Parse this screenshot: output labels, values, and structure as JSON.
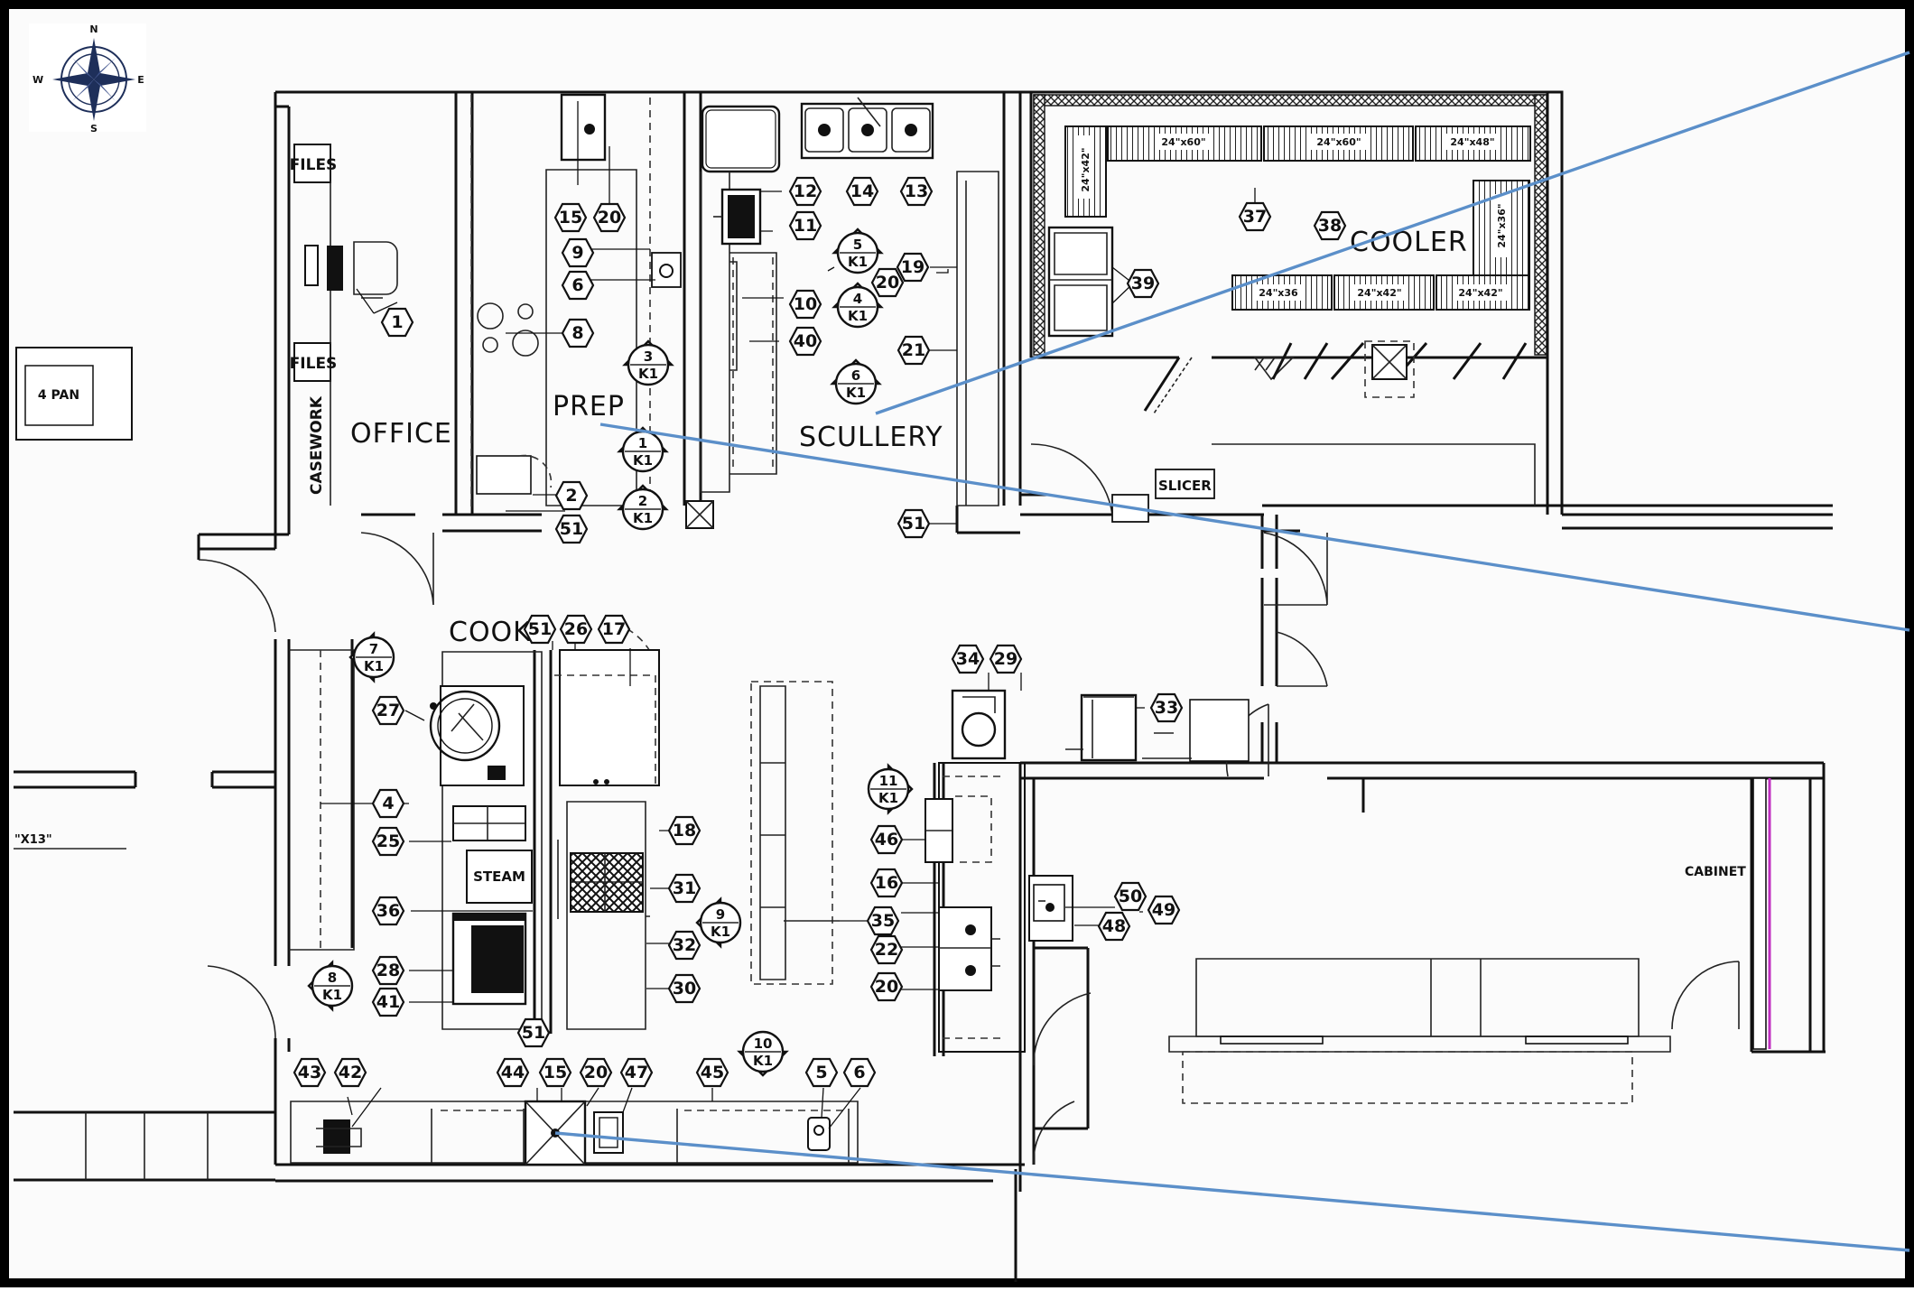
{
  "compass": {
    "n": "N",
    "s": "S",
    "e": "E",
    "w": "W"
  },
  "rooms": {
    "office": "OFFICE",
    "prep": "PREP",
    "scullery": "SCULLERY",
    "cooler": "COOLER",
    "cook": "COOK"
  },
  "labels": {
    "files_top": "FILES",
    "files_bottom": "FILES",
    "casework": "CASEWORK",
    "four_pan": "4 PAN",
    "slicer": "SLICER",
    "steam": "STEAM",
    "cabinet": "CABINET",
    "dim_left": "\"X13\"",
    "shelf_24x60_a": "24\"x60\"",
    "shelf_24x60_b": "24\"x60\"",
    "shelf_24x48": "24\"x48\"",
    "shelf_24x36": "24\"x36",
    "shelf_24x42_a": "24\"x42\"",
    "shelf_24x42_b": "24\"x42\"",
    "shelf_vert_left": "24\"x42\"",
    "shelf_vert_right": "24\"x36\""
  },
  "tags": {
    "t15a": "15",
    "t20a": "20",
    "t9": "9",
    "t6a": "6",
    "t8": "8",
    "t2": "2",
    "t51a": "51",
    "t1": "1",
    "t12": "12",
    "t14": "14",
    "t13": "13",
    "t11": "11",
    "t10": "10",
    "t40": "40",
    "t20b": "20",
    "t19": "19",
    "t21": "21",
    "t51b": "51",
    "t37": "37",
    "t38": "38",
    "t39": "39",
    "t51c": "51",
    "t26": "26",
    "t17": "17",
    "t27": "27",
    "t4": "4",
    "t25": "25",
    "t36": "36",
    "t28": "28",
    "t41": "41",
    "t18": "18",
    "t31": "31",
    "t32": "32",
    "t30": "30",
    "t51d": "51",
    "t34": "34",
    "t29": "29",
    "t33": "33",
    "t46": "46",
    "t16": "16",
    "t22": "22",
    "t20c": "20",
    "t35": "35",
    "t50": "50",
    "t49": "49",
    "t48": "48",
    "t43": "43",
    "t42": "42",
    "t44": "44",
    "t15b": "15",
    "t20d": "20",
    "t47": "47",
    "t45": "45",
    "t5": "5",
    "t6b": "6"
  },
  "keynotes": {
    "k3": {
      "num": "3",
      "sheet": "K1"
    },
    "k1": {
      "num": "1",
      "sheet": "K1"
    },
    "k2": {
      "num": "2",
      "sheet": "K1"
    },
    "k5": {
      "num": "5",
      "sheet": "K1"
    },
    "k4": {
      "num": "4",
      "sheet": "K1"
    },
    "k6": {
      "num": "6",
      "sheet": "K1"
    },
    "k7": {
      "num": "7",
      "sheet": "K1"
    },
    "k8": {
      "num": "8",
      "sheet": "K1"
    },
    "k9": {
      "num": "9",
      "sheet": "K1"
    },
    "k11": {
      "num": "11",
      "sheet": "K1"
    },
    "k10": {
      "num": "10",
      "sheet": "K1"
    }
  },
  "colors": {
    "annotation_line": "#5b8fc9",
    "border": "#000000",
    "ink": "#111111",
    "cabinet_accent": "#c02fc0"
  }
}
